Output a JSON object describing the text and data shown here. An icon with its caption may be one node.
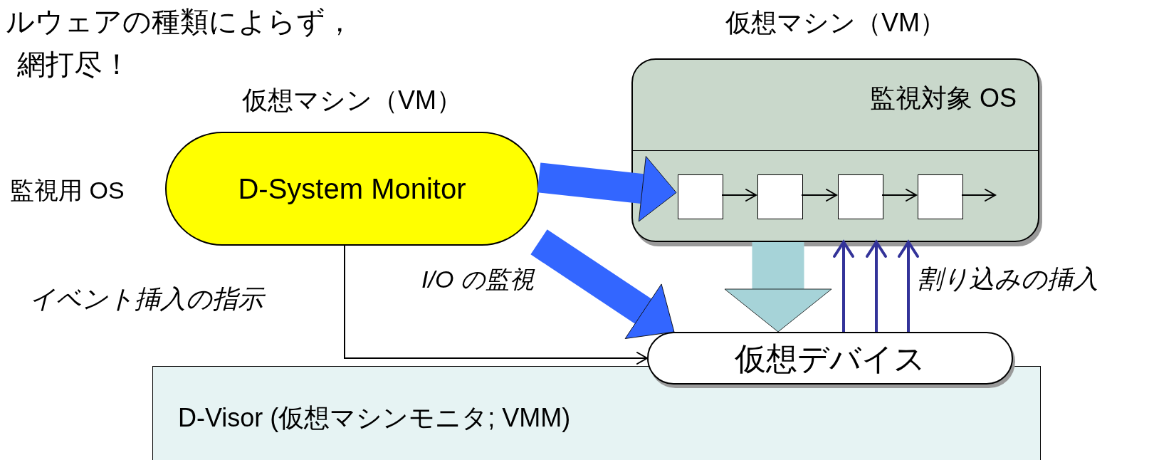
{
  "diagram": {
    "nodes": [
      {
        "text": [
          "仮想マシン（VM）",
          "監視対象 OS"
        ]
      },
      {
        "text": [],
        "shape": "box",
        "in": 0
      },
      {
        "text": [],
        "shape": "box",
        "in": 0
      },
      {
        "text": [],
        "shape": "box",
        "in": 0
      },
      {
        "text": [],
        "shape": "box",
        "in": 0
      },
      {
        "text": [
          "仮想マシン（VM）",
          "D-System Monitor"
        ],
        "beside": [
          "監視用 OS"
        ]
      },
      {
        "text": [
          "D-Visor (仮想マシンモニタ; VMM)"
        ]
      },
      {
        "text": [
          "仮想デバイス"
        ]
      }
    ],
    "edges": [
      {
        "from": 5,
        "to": 1,
        "arrow": "to",
        "style": "thick",
        "color": "#3366ff"
      },
      {
        "from": 5,
        "to": 7,
        "arrow": "to",
        "label": "I/O の監視",
        "style": "thick",
        "color": "#3366ff"
      },
      {
        "from": 5,
        "to": 7,
        "arrow": "to",
        "label": "イベント挿入の指示"
      },
      {
        "from": 0,
        "to": 7,
        "arrow": "to",
        "style": "thick",
        "color": "#a6d3d8"
      },
      {
        "from": 7,
        "to": 0,
        "arrow": "to",
        "color": "#333399"
      },
      {
        "from": 7,
        "to": 0,
        "arrow": "to",
        "color": "#333399"
      },
      {
        "from": 7,
        "to": 0,
        "arrow": "to",
        "label": "割り込みの挿入",
        "color": "#333399"
      },
      {
        "from": 1,
        "to": 2,
        "arrow": "to"
      },
      {
        "from": 2,
        "to": 3,
        "arrow": "to"
      },
      {
        "from": 3,
        "to": 4,
        "arrow": "to"
      },
      {
        "from": 4,
        "to": null,
        "arrow": "to"
      }
    ],
    "labels": [
      "ルウェアの種類によらず，",
      "網打尽！"
    ]
  }
}
